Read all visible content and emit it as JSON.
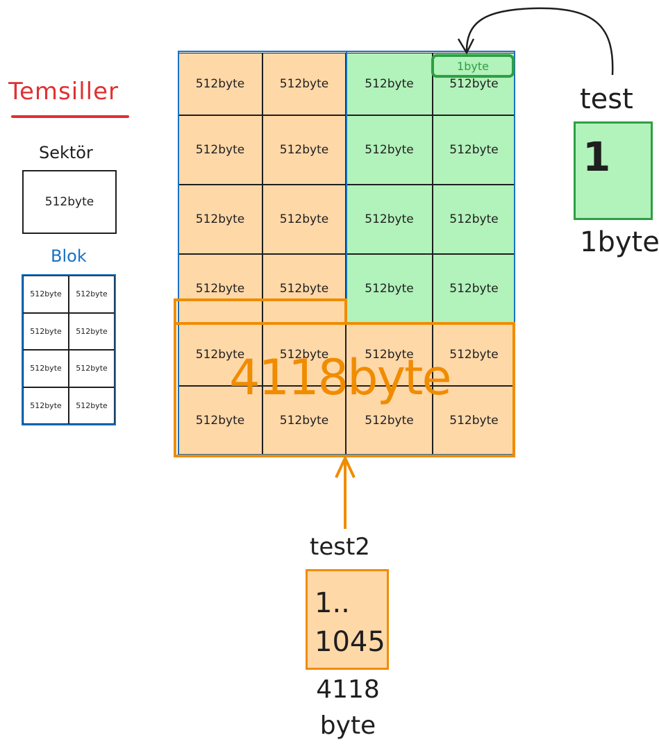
{
  "legend": {
    "title": "Temsiller",
    "sector_label": "Sektör",
    "sector_value": "512byte",
    "block_label": "Blok",
    "block_cells": [
      "512byte",
      "512byte",
      "512byte",
      "512byte",
      "512byte",
      "512byte",
      "512byte",
      "512byte"
    ]
  },
  "grid": {
    "cell_value": "512byte",
    "highlight_label": "4118byte",
    "first_byte_label": "1byte",
    "rows": 6,
    "cols": 4
  },
  "test": {
    "name": "test",
    "value": "1",
    "size": "1byte"
  },
  "test2": {
    "name": "test2",
    "value_line1": "1..",
    "value_line2": "1045",
    "size_line1": "4118",
    "size_line2": "byte"
  },
  "colors": {
    "orange_fill": "#ffd8a8",
    "orange_stroke": "#f08c00",
    "green_fill": "#b2f2bb",
    "green_stroke": "#2f9e44",
    "blue_stroke": "#1971c2",
    "red": "#e03131"
  }
}
